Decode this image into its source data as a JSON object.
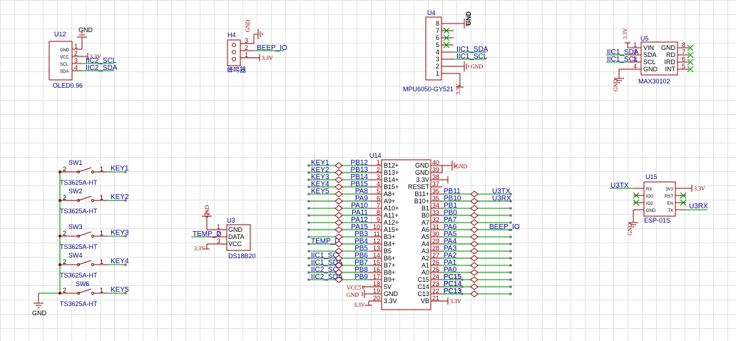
{
  "power": {
    "gnd": "GND",
    "v33": "3.3V",
    "vcc5v": "VCC5V"
  },
  "u12": {
    "ref": "U12",
    "part": "OLED0.96",
    "pins": [
      {
        "num": "1",
        "name": "GND"
      },
      {
        "num": "2",
        "name": "VCC"
      },
      {
        "num": "3",
        "name": "SCL"
      },
      {
        "num": "4",
        "name": "SDA"
      }
    ],
    "nets": [
      "IIC2_SCL",
      "IIC2_SDA"
    ]
  },
  "h4": {
    "ref": "H4",
    "part": "蜂鸣器",
    "pins": [
      "3",
      "2",
      "1"
    ],
    "net": "BEEP_IO"
  },
  "u4": {
    "ref": "U4",
    "part": "MPU6050-GY521",
    "pins": [
      "8",
      "7",
      "6",
      "5",
      "4",
      "3",
      "2",
      "1"
    ],
    "nets": [
      "IIC1_SDA",
      "IIC1_SCL"
    ]
  },
  "u5": {
    "ref": "U5",
    "part": "MAX30102",
    "left": [
      {
        "num": "1",
        "name": "VIN"
      },
      {
        "num": "2",
        "name": "SDA"
      },
      {
        "num": "3",
        "name": "SCL"
      },
      {
        "num": "4",
        "name": "GND"
      }
    ],
    "right": [
      {
        "num": "8",
        "name": "GND"
      },
      {
        "num": "7",
        "name": "RD"
      },
      {
        "num": "6",
        "name": "IRD"
      },
      {
        "num": "5",
        "name": "INT"
      }
    ],
    "nets": [
      "IIC1_SDA",
      "IIC1_SCL"
    ]
  },
  "switches": [
    {
      "ref": "SW1",
      "part": "TS3625A-HT",
      "net": "KEY1",
      "p2": "2",
      "p1": "1"
    },
    {
      "ref": "SW2",
      "part": "TS3625A-HT",
      "net": "KEY2",
      "p2": "2",
      "p1": "1"
    },
    {
      "ref": "SW3",
      "part": "TS3625A-HT",
      "net": "KEY3",
      "p2": "2",
      "p1": "1"
    },
    {
      "ref": "SW4",
      "part": "TS3625A-HT",
      "net": "KEY4",
      "p2": "2",
      "p1": "1"
    },
    {
      "ref": "SW6",
      "part": "TS3625A-HT",
      "net": "KEY5",
      "p2": "2",
      "p1": "1"
    }
  ],
  "u3": {
    "ref": "U3",
    "part": "DS18B20",
    "pins": [
      {
        "num": "1",
        "name": "GND"
      },
      {
        "num": "2",
        "name": "DATA"
      },
      {
        "num": "3",
        "name": "VCC"
      }
    ],
    "net": "TEMP_D"
  },
  "u14": {
    "ref": "U14",
    "left": [
      {
        "num": "1",
        "name": "B12+",
        "port": "PB12",
        "net": "KEY1"
      },
      {
        "num": "2",
        "name": "B13+",
        "port": "PB13",
        "net": "KEY2"
      },
      {
        "num": "3",
        "name": "B14+",
        "port": "PB14",
        "net": "KEY3"
      },
      {
        "num": "4",
        "name": "B15+",
        "port": "PB15",
        "net": "KEY4"
      },
      {
        "num": "5",
        "name": "A8+",
        "port": "PA8",
        "net": "KEY5"
      },
      {
        "num": "6",
        "name": "A9+",
        "port": "PA9",
        "net": ""
      },
      {
        "num": "7",
        "name": "A10+",
        "port": "PA10",
        "net": ""
      },
      {
        "num": "8",
        "name": "A11+",
        "port": "PA11",
        "net": ""
      },
      {
        "num": "9",
        "name": "A12+",
        "port": "PA12",
        "net": ""
      },
      {
        "num": "10",
        "name": "A15+",
        "port": "PA15",
        "net": ""
      },
      {
        "num": "11",
        "name": "B3+",
        "port": "PB3",
        "net": ""
      },
      {
        "num": "12",
        "name": "B4+",
        "port": "PB4",
        "net": "TEMP_D"
      },
      {
        "num": "13",
        "name": "B5",
        "port": "PB5",
        "net": ""
      },
      {
        "num": "14",
        "name": "B6+",
        "port": "PB6",
        "net": "IIC1_SCL"
      },
      {
        "num": "15",
        "name": "B7+",
        "port": "PB7",
        "net": "IIC1_SDA"
      },
      {
        "num": "16",
        "name": "B8+",
        "port": "PB8",
        "net": "IIC2_SCL"
      },
      {
        "num": "17",
        "name": "B9+",
        "port": "PB9",
        "net": "IIC2_SDA"
      },
      {
        "num": "18",
        "name": "5V",
        "port": "",
        "net": ""
      },
      {
        "num": "19",
        "name": "GND",
        "port": "",
        "net": ""
      },
      {
        "num": "20",
        "name": "3.3V",
        "port": "",
        "net": ""
      }
    ],
    "right": [
      {
        "num": "40",
        "name": "GND",
        "port": "",
        "net": ""
      },
      {
        "num": "39",
        "name": "GND",
        "port": "",
        "net": ""
      },
      {
        "num": "38",
        "name": "3.3V",
        "port": "",
        "net": ""
      },
      {
        "num": "37",
        "name": "RESET",
        "port": "",
        "net": ""
      },
      {
        "num": "36",
        "name": "B11+",
        "port": "PB11",
        "net": "U3TX"
      },
      {
        "num": "35",
        "name": "B10+",
        "port": "PB10",
        "net": "U3RX"
      },
      {
        "num": "34",
        "name": "B1",
        "port": "PB1",
        "net": ""
      },
      {
        "num": "33",
        "name": "B0",
        "port": "PB0",
        "net": ""
      },
      {
        "num": "32",
        "name": "A7",
        "port": "PA7",
        "net": ""
      },
      {
        "num": "31",
        "name": "A6",
        "port": "PA6",
        "net": "BEEP_IO"
      },
      {
        "num": "30",
        "name": "A5",
        "port": "PA5",
        "net": ""
      },
      {
        "num": "29",
        "name": "A4",
        "port": "PA4",
        "net": ""
      },
      {
        "num": "28",
        "name": "A3",
        "port": "PA3",
        "net": ""
      },
      {
        "num": "27",
        "name": "A2",
        "port": "PA2",
        "net": ""
      },
      {
        "num": "26",
        "name": "A1",
        "port": "PA1",
        "net": ""
      },
      {
        "num": "25",
        "name": "A0",
        "port": "PA0",
        "net": ""
      },
      {
        "num": "24",
        "name": "C15",
        "port": "PC15",
        "net": ""
      },
      {
        "num": "23",
        "name": "C14",
        "port": "PC14",
        "net": ""
      },
      {
        "num": "22",
        "name": "C13",
        "port": "PC13",
        "net": ""
      },
      {
        "num": "21",
        "name": "VB",
        "port": "",
        "net": ""
      }
    ]
  },
  "u15": {
    "ref": "U15",
    "part": "ESP-01S",
    "left": [
      "RX",
      "IO0",
      "IO2",
      "GND"
    ],
    "right": [
      "3V3",
      "RST",
      "EN",
      "TX"
    ],
    "nets": [
      "U3TX",
      "U3RX"
    ]
  }
}
